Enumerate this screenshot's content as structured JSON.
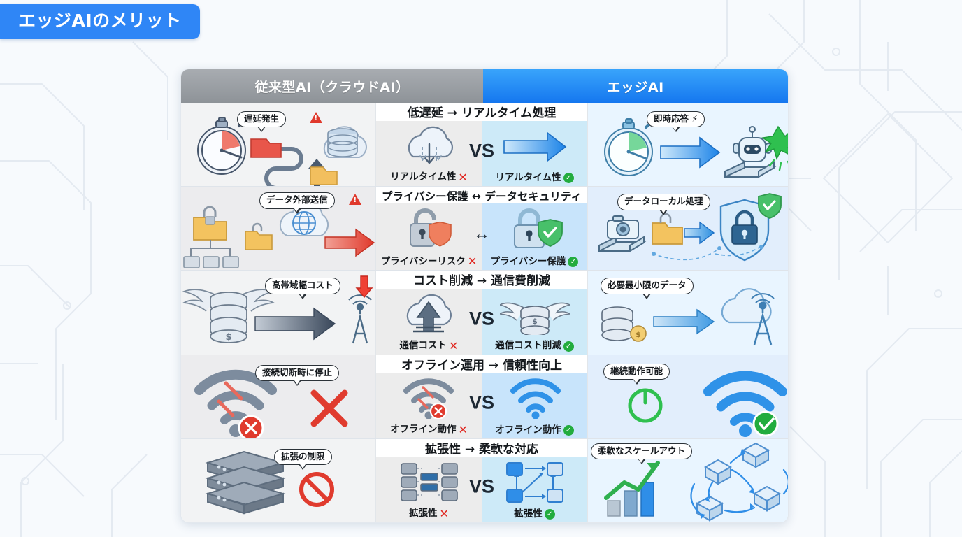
{
  "title_badge": {
    "label": "エッジAIのメリット"
  },
  "table": {
    "headers": {
      "left": "従来型AI（クラウドAI）",
      "right": "エッジAI"
    },
    "rows": [
      {
        "mid_title": "低遅延 → リアルタイム処理",
        "left_bubble": "遅延発生",
        "left_bubble_icon": "warning-triangle-icon",
        "right_bubble": "即時応答 ⚡",
        "mid_left_label": "リアルタイム性",
        "mid_right_label": "リアルタイム性",
        "left_mark": "✕",
        "right_mark": "✓",
        "vs": "VS",
        "left_illustration": "stopwatch-delay-cloud-database",
        "right_illustration": "stopwatch-arrow-robot"
      },
      {
        "mid_title": "プライバシー保護 ↔ データセキュリティ",
        "left_bubble": "データ外部送信",
        "left_bubble_icon": "warning-triangle-icon",
        "right_bubble": "データローカル処理",
        "mid_left_label": "プライバシーリスク",
        "mid_right_label": "プライバシー保護",
        "left_mark": "✕",
        "right_mark": "✓",
        "vs": "↔",
        "left_illustration": "folders-upload-globe-cloud",
        "right_illustration": "camera-folder-shield-lock"
      },
      {
        "mid_title": "コスト削減 → 通信費削減",
        "left_bubble": "高帯域幅コスト",
        "left_bubble_icon": "red-down-arrow-icon",
        "right_bubble": "必要最小限のデータ",
        "mid_left_label": "通信コスト",
        "mid_right_label": "通信コスト削減",
        "left_mark": "✕",
        "right_mark": "✓",
        "vs": "VS",
        "left_illustration": "winged-coins-arrow-antenna",
        "right_illustration": "small-coins-arrow-cloud-antenna"
      },
      {
        "mid_title": "オフライン運用 → 信頼性向上",
        "left_bubble": "接続切断時に停止",
        "left_bubble_icon": "",
        "right_bubble": "継続動作可能",
        "mid_left_label": "オフライン動作",
        "mid_right_label": "オフライン動作",
        "left_mark": "✕",
        "right_mark": "✓",
        "vs": "VS",
        "left_illustration": "wifi-disconnected-red-x",
        "right_illustration": "power-button-wifi-check"
      },
      {
        "mid_title": "拡張性 → 柔軟な対応",
        "left_bubble": "拡張の制限",
        "left_bubble_icon": "prohibited-sign-icon",
        "right_bubble": "柔軟なスケールアウト",
        "mid_left_label": "拡張性",
        "mid_right_label": "拡張性",
        "left_mark": "✕",
        "right_mark": "✓",
        "vs": "VS",
        "left_illustration": "server-rack-stack",
        "right_illustration": "growth-chart-distributed-nodes"
      }
    ]
  },
  "colors": {
    "accent_blue": "#2f86f6",
    "header_gray": "#8e9398",
    "ok_green": "#22ac3e",
    "x_red": "#e0261f",
    "background": "#f7fafd"
  }
}
